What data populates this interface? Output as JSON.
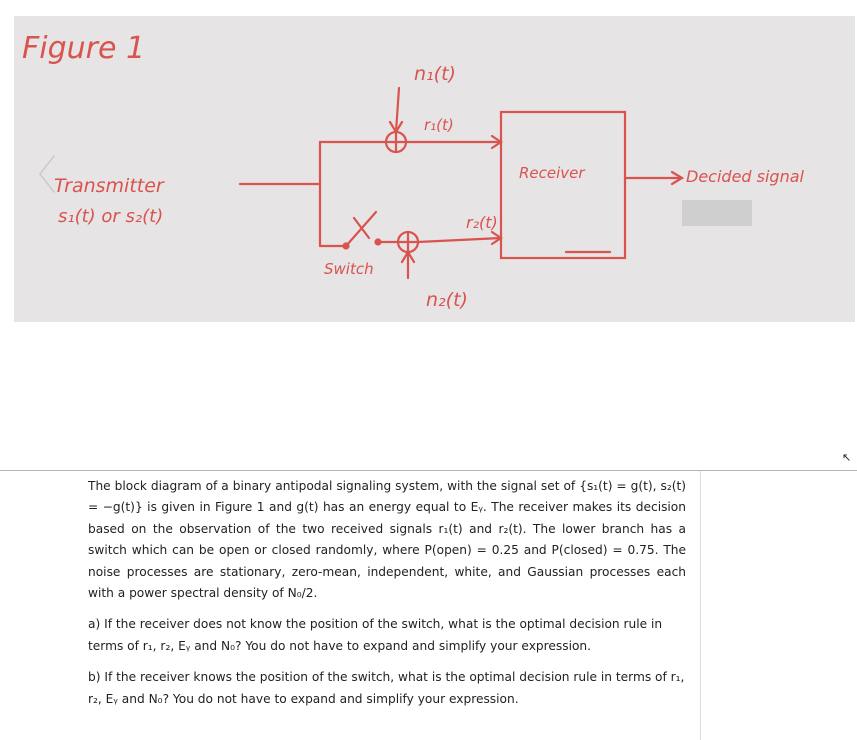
{
  "figure": {
    "title": "Figure 1",
    "transmitter": "Transmitter",
    "tx_signals": "s₁(t) or s₂(t)",
    "noise1": "n₁(t)",
    "r1": "r₁(t)",
    "r2": "r₂(t)",
    "noise2": "n₂(t)",
    "switch": "Switch",
    "receiver": "Receiver",
    "output": "Decided signal"
  },
  "problem": {
    "intro": "The block diagram of a binary antipodal signaling system, with the signal set of {s₁(t) = g(t), s₂(t) = −g(t)} is given in Figure 1 and g(t) has an energy equal to Eᵧ. The receiver makes its decision based on the observation of the two received signals r₁(t) and r₂(t). The lower branch has a switch which can be open or closed randomly, where P(open) = 0.25 and P(closed) = 0.75. The noise processes are stationary, zero-mean, independent, white, and Gaussian processes each with a power spectral density of N₀/2.",
    "part_a": "a) If the receiver does not know the position of the switch, what is the optimal decision rule in terms of r₁, r₂, Eᵧ and N₀? You do not have to expand and simplify your expression.",
    "part_b": "b) If the receiver knows the position of the switch, what is the optimal decision rule in terms of r₁, r₂, Eᵧ and N₀? You do not have to expand and simplify your expression."
  },
  "colors": {
    "ink": "#d9534f",
    "paper": "#e6e4e4"
  }
}
